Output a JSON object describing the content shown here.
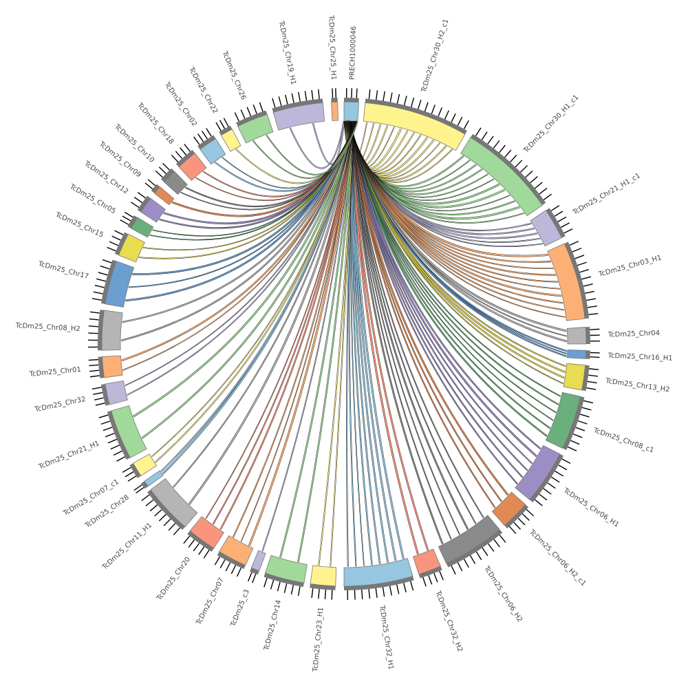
{
  "title": "Circos link plot",
  "hub_sector": "C",
  "link_color": "#000000",
  "sectors": [
    {
      "id": "A",
      "label": "TcDm25_Chr19_H1",
      "start": 343,
      "end": 355,
      "color": "#bcb8da"
    },
    {
      "id": "B",
      "label": "TcDm25_Chr25_H1",
      "start": 357,
      "end": 358.5,
      "color": "#fdb075"
    },
    {
      "id": "C",
      "label": "PRECH1000046",
      "start": 0,
      "end": 3.5,
      "color": "#96c6e0"
    },
    {
      "id": "D",
      "label": "TcDm25_Chr30_H2_c1",
      "start": 5,
      "end": 30,
      "color": "#fff38e"
    },
    {
      "id": "E",
      "label": "TcDm25_Chr30_H1_c1",
      "start": 31.5,
      "end": 55,
      "color": "#a1d99b"
    },
    {
      "id": "F",
      "label": "TcDm25_Chr21_H1_c1",
      "start": 56.5,
      "end": 64,
      "color": "#bcb8da"
    },
    {
      "id": "G",
      "label": "TcDm25_Chr03_H1",
      "start": 65.5,
      "end": 84,
      "color": "#fdb075"
    },
    {
      "id": "H",
      "label": "TcDm25_Chr04",
      "start": 86,
      "end": 90,
      "color": "#b5b5b5"
    },
    {
      "id": "I",
      "label": "TcDm25_Chr16_H1",
      "start": 91.5,
      "end": 93.5,
      "color": "#6a9fcf"
    },
    {
      "id": "J",
      "label": "TcDm25_Chr13_H2",
      "start": 95,
      "end": 101,
      "color": "#e8dc4f"
    },
    {
      "id": "K",
      "label": "TcDm25_Chr08_c1",
      "start": 102.5,
      "end": 115.5,
      "color": "#6aaf7c"
    },
    {
      "id": "L",
      "label": "TcDm25_Chr06_H1",
      "start": 117,
      "end": 130,
      "color": "#9c8ec5"
    },
    {
      "id": "M",
      "label": "TcDm25_Chr06_H2_c1",
      "start": 131.5,
      "end": 138.5,
      "color": "#e28a54"
    },
    {
      "id": "N",
      "label": "TcDm25_Chr06_H2",
      "start": 140,
      "end": 155,
      "color": "#8a8a8a"
    },
    {
      "id": "O",
      "label": "TcDm25_Chr32_H2",
      "start": 156.5,
      "end": 162,
      "color": "#f9957e"
    },
    {
      "id": "P",
      "label": "TcDm25_Chr32_H1",
      "start": 163.5,
      "end": 180,
      "color": "#96c6e0"
    },
    {
      "id": "Q",
      "label": "TcDm25_Chr23_H1",
      "start": 182,
      "end": 188,
      "color": "#fff38e"
    },
    {
      "id": "R",
      "label": "TcDm25_Chr14",
      "start": 189.5,
      "end": 199,
      "color": "#a1d99b"
    },
    {
      "id": "S",
      "label": "TcDm25_c3",
      "start": 200.5,
      "end": 202.5,
      "color": "#bcb8da"
    },
    {
      "id": "T",
      "label": "TcDm25_Chr07",
      "start": 204,
      "end": 211,
      "color": "#fdb075"
    },
    {
      "id": "U",
      "label": "TcDm25_Chr20",
      "start": 212.5,
      "end": 219.5,
      "color": "#f9957e"
    },
    {
      "id": "V",
      "label": "TcDm25_Chr11_H1",
      "start": 221,
      "end": 233,
      "color": "#b5b5b5"
    },
    {
      "id": "W",
      "label": "TcDm25_Chr28",
      "start": 234,
      "end": 235.5,
      "color": "#96c6e0"
    },
    {
      "id": "X",
      "label": "TcDm25_Chr07_c1",
      "start": 237,
      "end": 240.5,
      "color": "#fff38e"
    },
    {
      "id": "Y",
      "label": "TcDm25_Chr21_H1",
      "start": 242,
      "end": 254,
      "color": "#a1d99b"
    },
    {
      "id": "Z",
      "label": "TcDm25_Chr32",
      "start": 255.5,
      "end": 260.5,
      "color": "#bcb8da"
    },
    {
      "id": "AA",
      "label": "TcDm25_Chr01",
      "start": 262,
      "end": 267,
      "color": "#fdb075"
    },
    {
      "id": "AB",
      "label": "TcDm25_Chr08_H2",
      "start": 268.5,
      "end": 278,
      "color": "#b5b5b5"
    },
    {
      "id": "AC",
      "label": "TcDm25_Chr17",
      "start": 279.5,
      "end": 290,
      "color": "#6a9fcf"
    },
    {
      "id": "AD",
      "label": "TcDm25_Chr15",
      "start": 291.5,
      "end": 297,
      "color": "#e8dc4f"
    },
    {
      "id": "AE",
      "label": "TcDm25_Chr05",
      "start": 298.5,
      "end": 301.5,
      "color": "#6aaf7c"
    },
    {
      "id": "AF",
      "label": "TcDm25_Chr12",
      "start": 303,
      "end": 307,
      "color": "#9c8ec5"
    },
    {
      "id": "AG",
      "label": "TcDm25_Chr09",
      "start": 308.5,
      "end": 310.5,
      "color": "#e28a54"
    },
    {
      "id": "AH",
      "label": "TcDm25_Chr10",
      "start": 312,
      "end": 315.5,
      "color": "#8a8a8a"
    },
    {
      "id": "AI",
      "label": "TcDm25_Chr18",
      "start": 317,
      "end": 322,
      "color": "#f9957e"
    },
    {
      "id": "AJ",
      "label": "TcDm25_Chr02",
      "start": 323.5,
      "end": 328,
      "color": "#96c6e0"
    },
    {
      "id": "AK",
      "label": "TcDm25_Chr22",
      "start": 329.5,
      "end": 332.5,
      "color": "#fff38e"
    },
    {
      "id": "AL",
      "label": "TcDm25_Chr26",
      "start": 334,
      "end": 341.5,
      "color": "#a1d99b"
    }
  ],
  "links": [
    [
      "A",
      2
    ],
    [
      "D",
      14
    ],
    [
      "E",
      12
    ],
    [
      "F",
      5
    ],
    [
      "G",
      10
    ],
    [
      "H",
      3
    ],
    [
      "I",
      3
    ],
    [
      "J",
      4
    ],
    [
      "K",
      6
    ],
    [
      "L",
      6
    ],
    [
      "M",
      3
    ],
    [
      "N",
      6
    ],
    [
      "O",
      2
    ],
    [
      "P",
      8
    ],
    [
      "Q",
      2
    ],
    [
      "R",
      2
    ],
    [
      "S",
      1
    ],
    [
      "T",
      3
    ],
    [
      "U",
      3
    ],
    [
      "V",
      2
    ],
    [
      "W",
      2
    ],
    [
      "X",
      2
    ],
    [
      "Y",
      2
    ],
    [
      "Z",
      2
    ],
    [
      "AA",
      2
    ],
    [
      "AB",
      2
    ],
    [
      "AC",
      3
    ],
    [
      "AD",
      2
    ],
    [
      "AE",
      2
    ],
    [
      "AF",
      2
    ],
    [
      "AG",
      1
    ],
    [
      "AH",
      2
    ],
    [
      "AI",
      2
    ],
    [
      "AJ",
      2
    ],
    [
      "AK",
      1
    ],
    [
      "AL",
      2
    ]
  ]
}
